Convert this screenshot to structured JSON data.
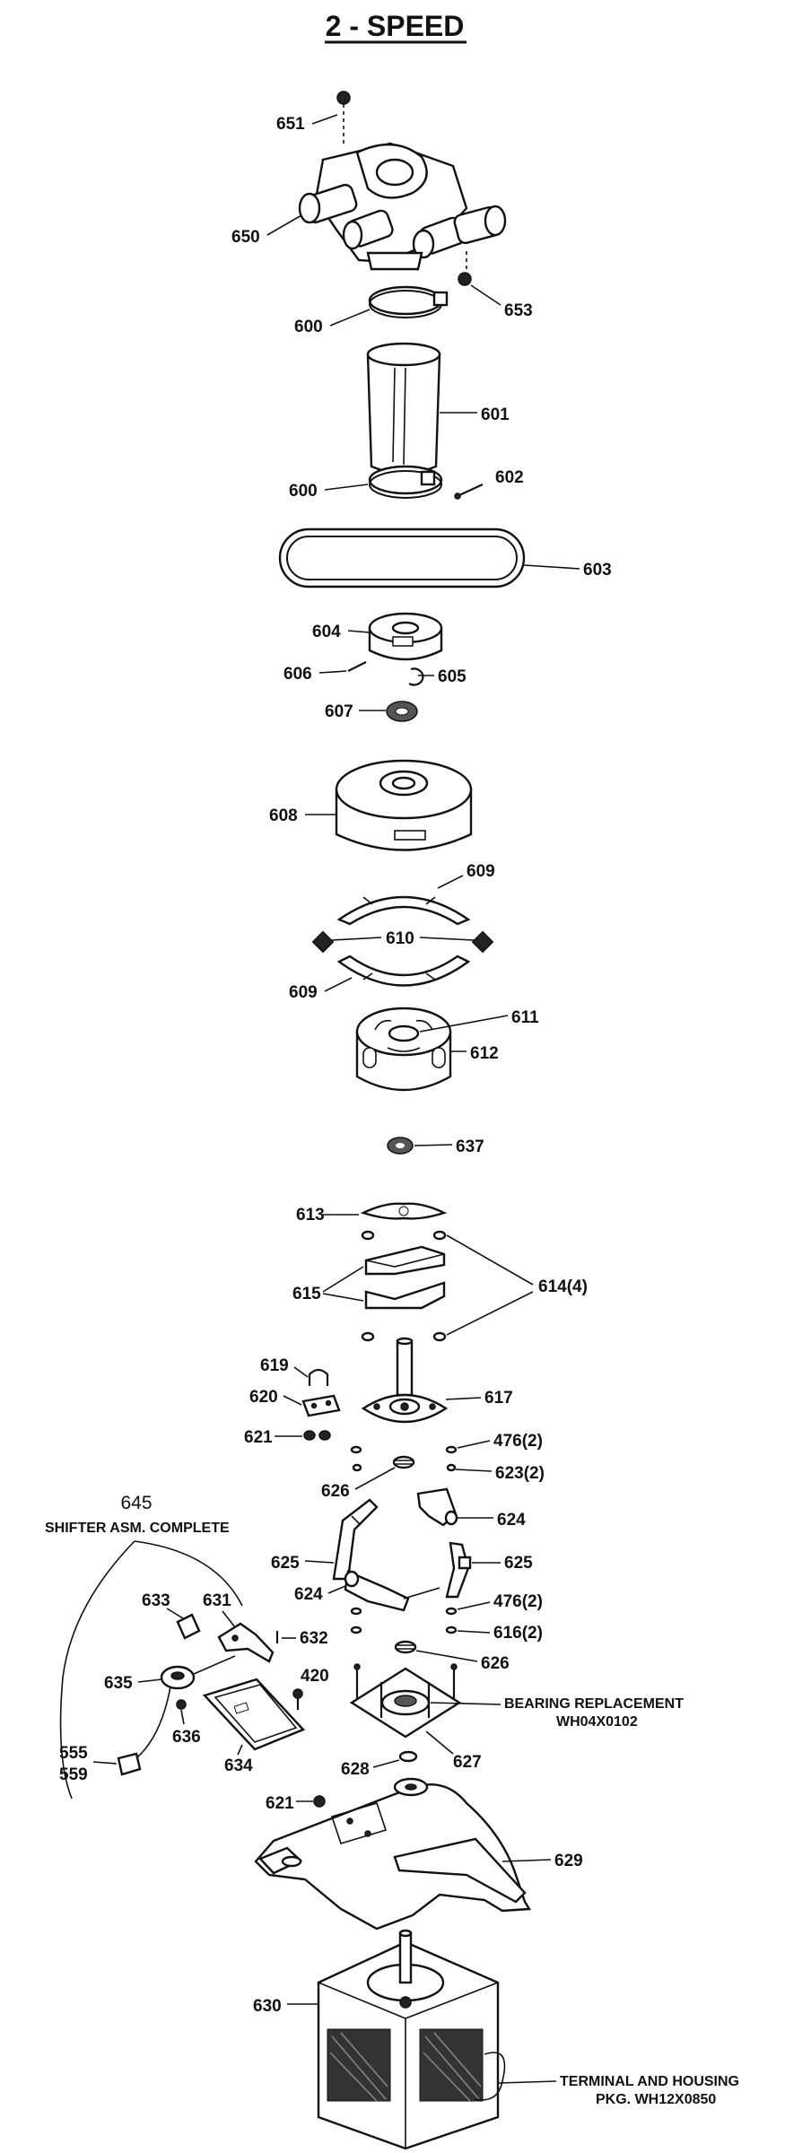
{
  "title": "2 - SPEED",
  "shifter": {
    "number": "645",
    "caption": "SHIFTER ASM. COMPLETE"
  },
  "notes": {
    "bearing_line1": "BEARING REPLACEMENT",
    "bearing_line2": "WH04X0102",
    "terminal_line1": "TERMINAL AND HOUSING",
    "terminal_line2": "PKG. WH12X0850"
  },
  "parts": {
    "p651": "651",
    "p650": "650",
    "p653": "653",
    "p600a": "600",
    "p601": "601",
    "p600b": "600",
    "p602": "602",
    "p603": "603",
    "p604": "604",
    "p606": "606",
    "p605": "605",
    "p607": "607",
    "p608": "608",
    "p609a": "609",
    "p610": "610",
    "p609b": "609",
    "p611": "611",
    "p612": "612",
    "p637": "637",
    "p613": "613",
    "p615": "615",
    "p614": "614(4)",
    "p619": "619",
    "p620": "620",
    "p617": "617",
    "p621a": "621",
    "p476a": "476(2)",
    "p626a": "626",
    "p623": "623(2)",
    "p624a": "624",
    "p625a": "625",
    "p625b": "625",
    "p624b": "624",
    "p476b": "476(2)",
    "p616": "616(2)",
    "p633": "633",
    "p631": "631",
    "p632": "632",
    "p635": "635",
    "p420": "420",
    "p626b": "626",
    "p555": "555",
    "p559": "559",
    "p636": "636",
    "p634": "634",
    "p628": "628",
    "p627": "627",
    "p621b": "621",
    "p629": "629",
    "p630": "630"
  }
}
